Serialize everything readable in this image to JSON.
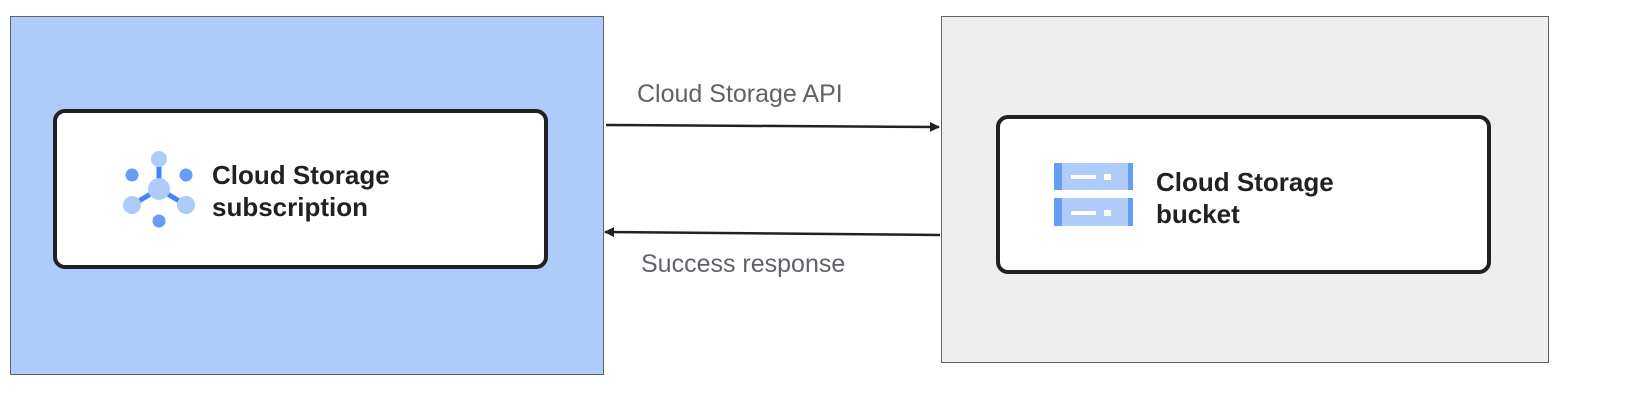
{
  "left_panel": {
    "fill": "#aecbfa",
    "node": {
      "title": "Cloud Storage subscription",
      "icon": "pubsub-hub-icon"
    }
  },
  "right_panel": {
    "fill": "#eeeeee",
    "node": {
      "title": "Cloud Storage bucket",
      "icon": "storage-bucket-icon"
    }
  },
  "edges": [
    {
      "label": "Cloud Storage API",
      "from": "Cloud Storage subscription",
      "to": "Cloud Storage bucket"
    },
    {
      "label": "Success response",
      "from": "Cloud Storage bucket",
      "to": "Cloud Storage subscription"
    }
  ]
}
